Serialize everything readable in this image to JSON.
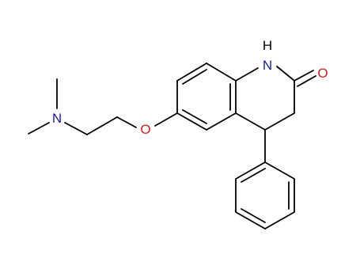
{
  "colors": {
    "background": "#ffffff",
    "bond": "#000000",
    "nitrogen": "#1a1aa6",
    "oxygen": "#d02020"
  },
  "atoms": {
    "n_amine": "N",
    "o_ether": "O",
    "n_amide": "N",
    "h_amide": "H",
    "o_carbonyl": "O"
  }
}
